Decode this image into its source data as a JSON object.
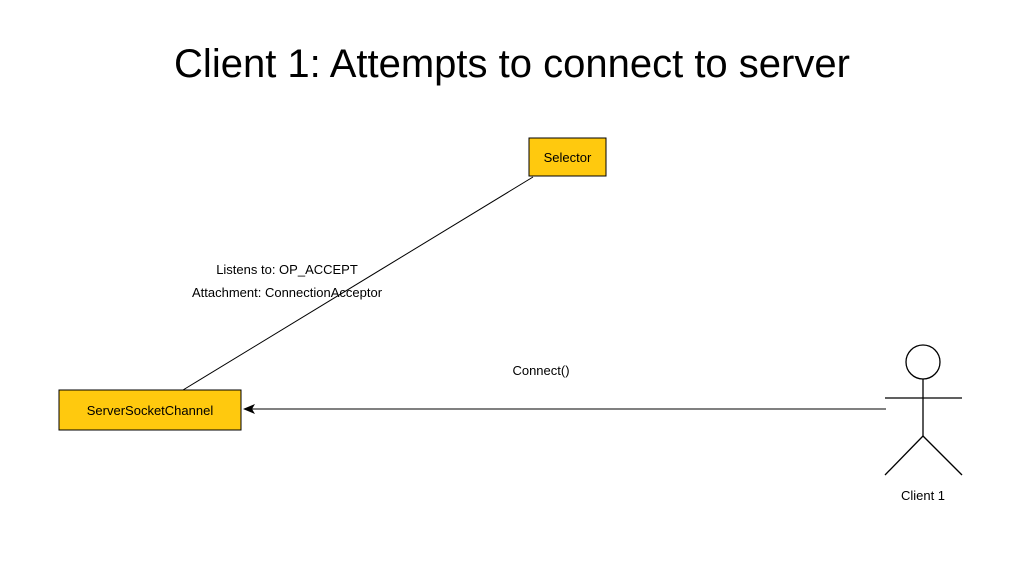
{
  "slide": {
    "title": "Client 1: Attempts to connect to server"
  },
  "nodes": {
    "selector": {
      "label": "Selector"
    },
    "server_socket_channel": {
      "label": "ServerSocketChannel"
    },
    "client": {
      "label": "Client 1"
    }
  },
  "edges": {
    "listen": {
      "line1": "Listens to: OP_ACCEPT",
      "line2": "Attachment: ConnectionAcceptor"
    },
    "connect": {
      "label": "Connect()"
    }
  },
  "colors": {
    "box_fill": "#FFC90E",
    "box_stroke": "#000000",
    "line": "#000000"
  }
}
